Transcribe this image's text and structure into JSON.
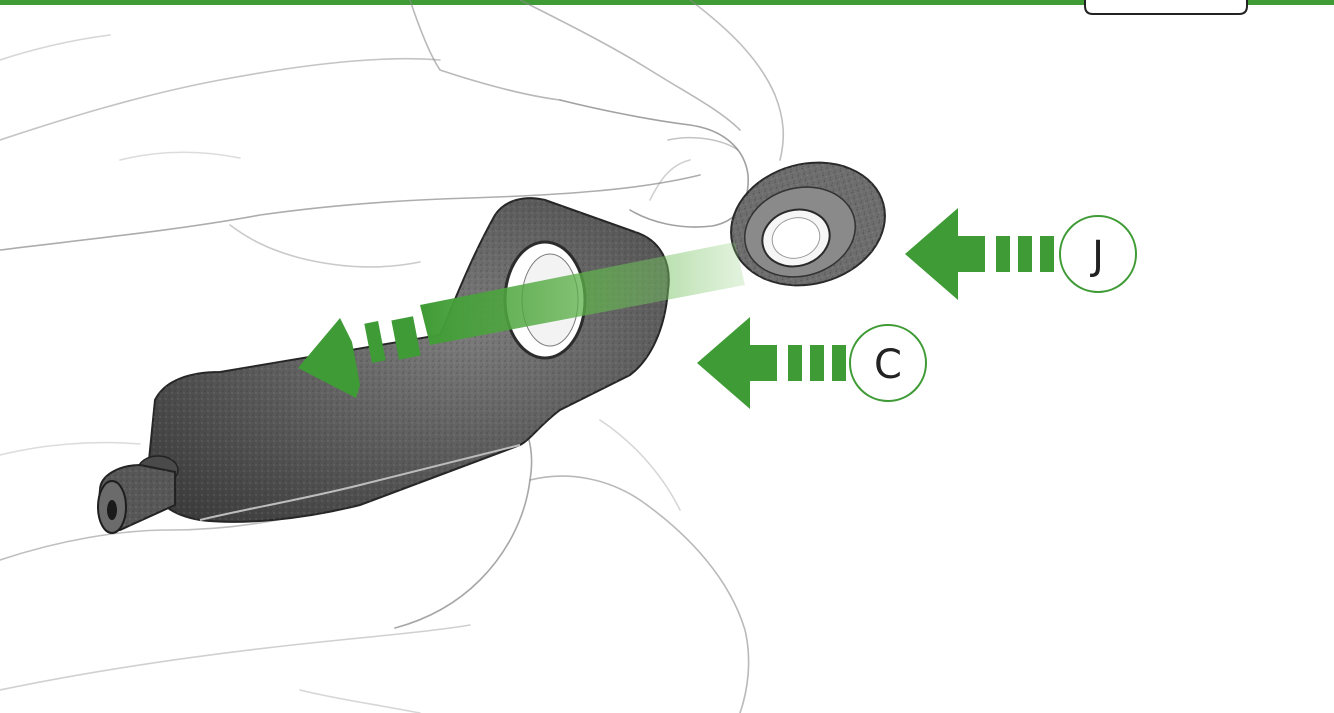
{
  "callouts": [
    {
      "id": "J",
      "label": "J"
    },
    {
      "id": "C",
      "label": "C"
    }
  ],
  "top_tab": {
    "label": ""
  },
  "colors": {
    "accent": "#3f9b35",
    "accent_light": "#8fd07c",
    "outline": "#222222",
    "sketch": "#6f6f6f",
    "part_dark": "#4a4a4a"
  },
  "icons": {
    "arrow": "arrow-left-icon",
    "washer": "washer-icon",
    "bracket": "bracket-icon"
  }
}
